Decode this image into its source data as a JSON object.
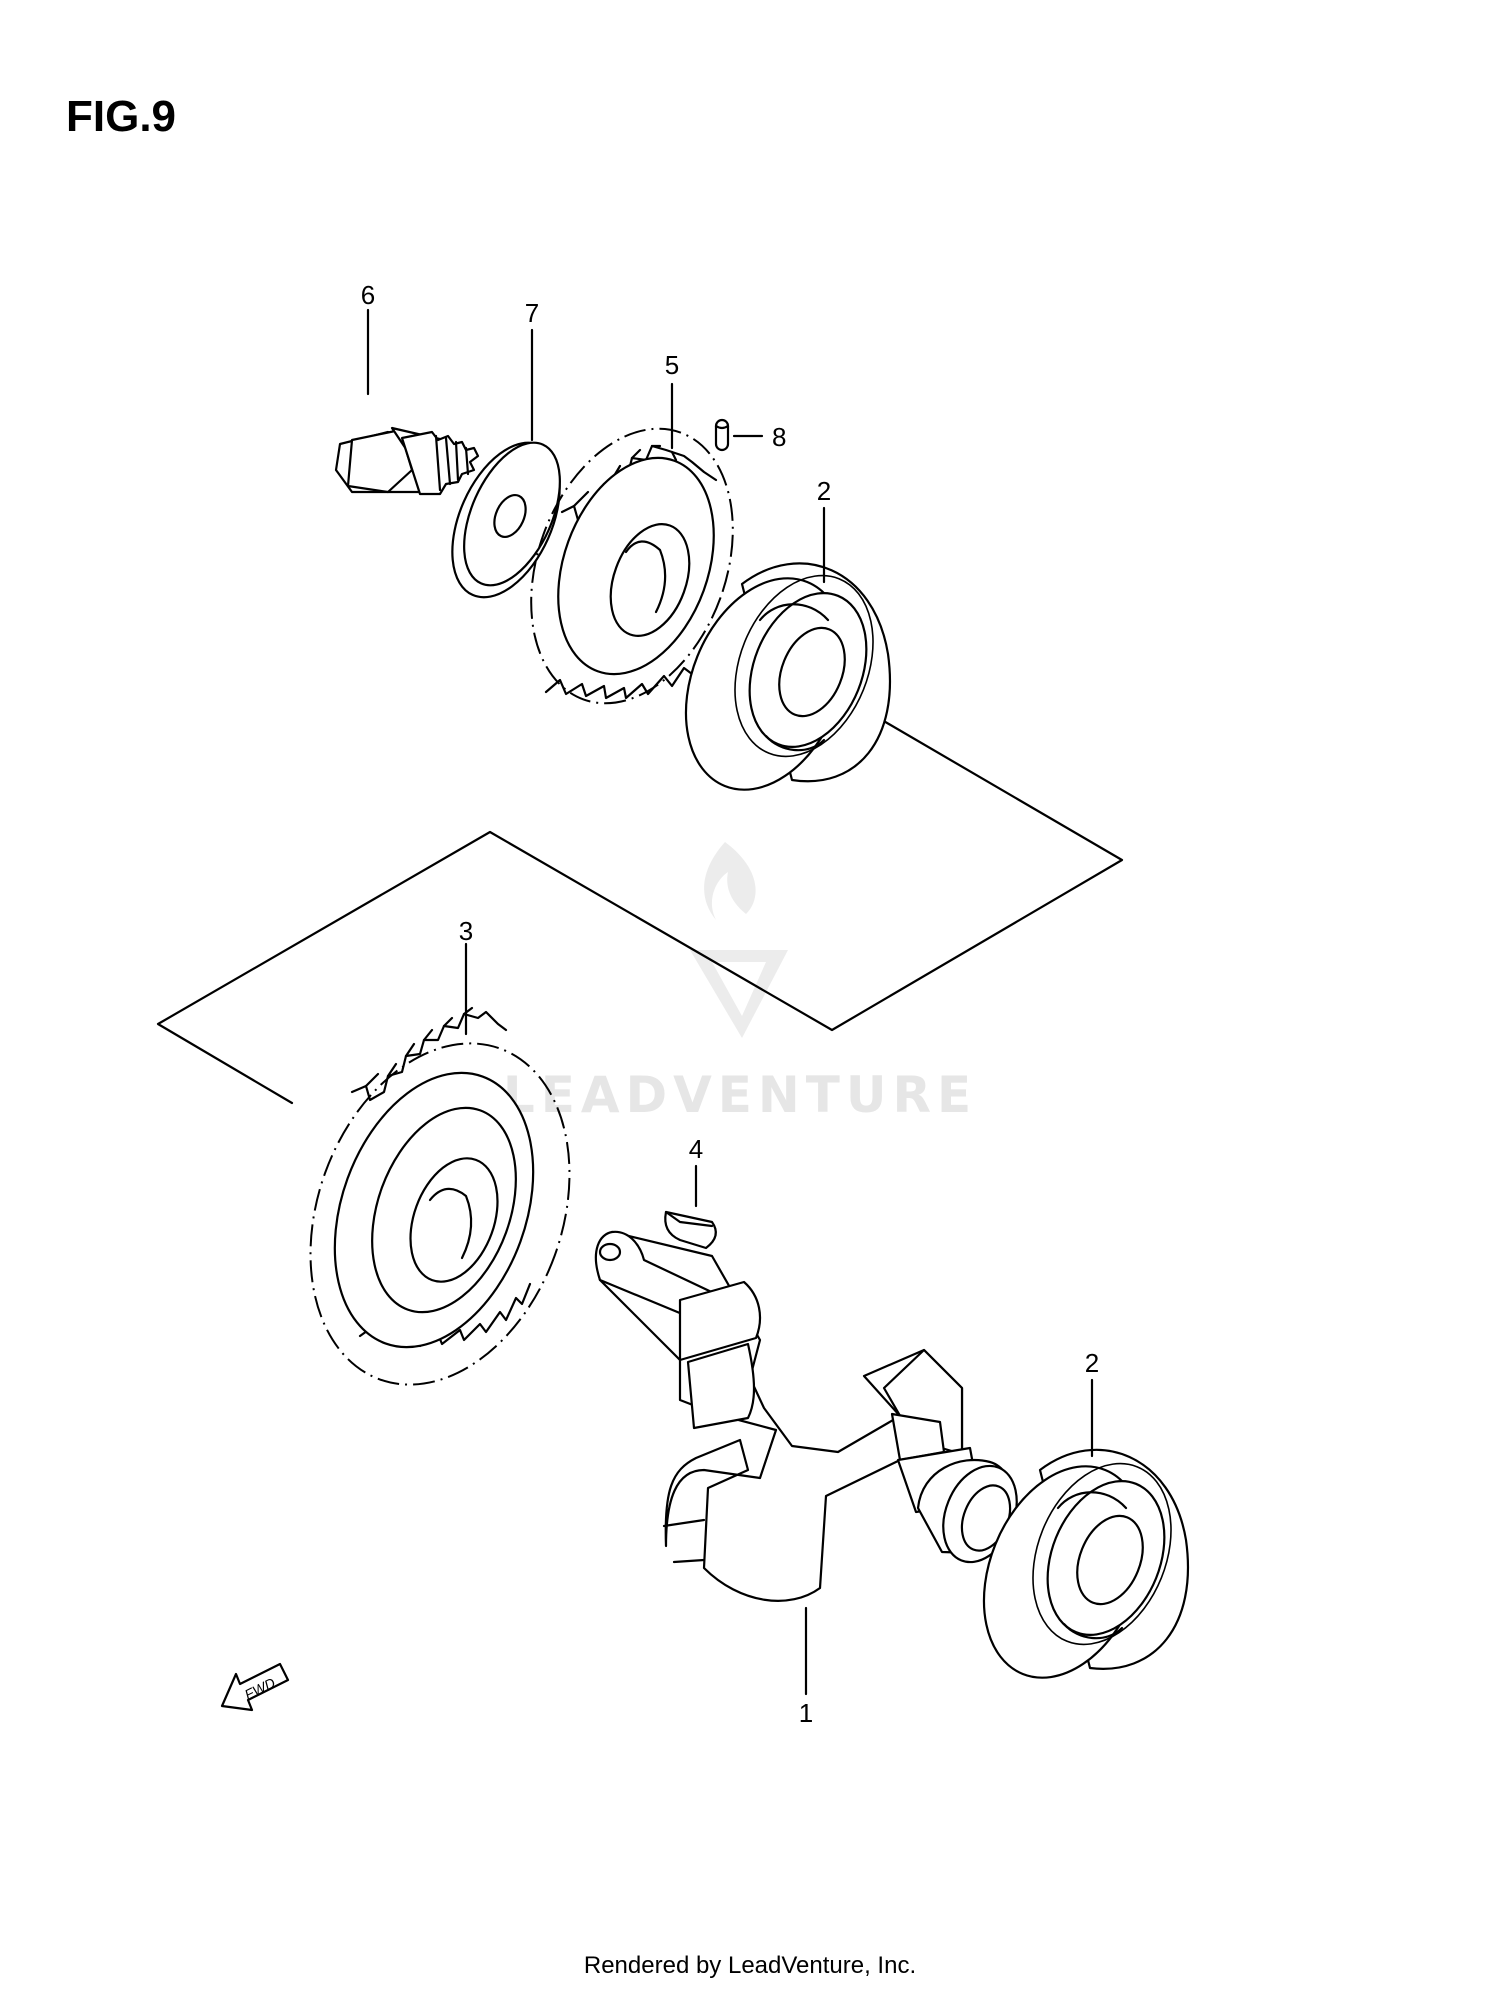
{
  "figure": {
    "title": "FIG.9"
  },
  "callouts": [
    {
      "id": "bolt",
      "label": "6"
    },
    {
      "id": "washer",
      "label": "7"
    },
    {
      "id": "driven-gear",
      "label": "5"
    },
    {
      "id": "pin",
      "label": "8"
    },
    {
      "id": "bearing-upper",
      "label": "2"
    },
    {
      "id": "drive-gear",
      "label": "3"
    },
    {
      "id": "key",
      "label": "4"
    },
    {
      "id": "bearing-lower",
      "label": "2"
    },
    {
      "id": "balancer-shaft",
      "label": "1"
    }
  ],
  "direction_marker": {
    "label": "FWD"
  },
  "watermark": {
    "text": "LEADVENTURE",
    "color": "#e6e6e6"
  },
  "footer": {
    "text": "Rendered by LeadVenture, Inc."
  }
}
